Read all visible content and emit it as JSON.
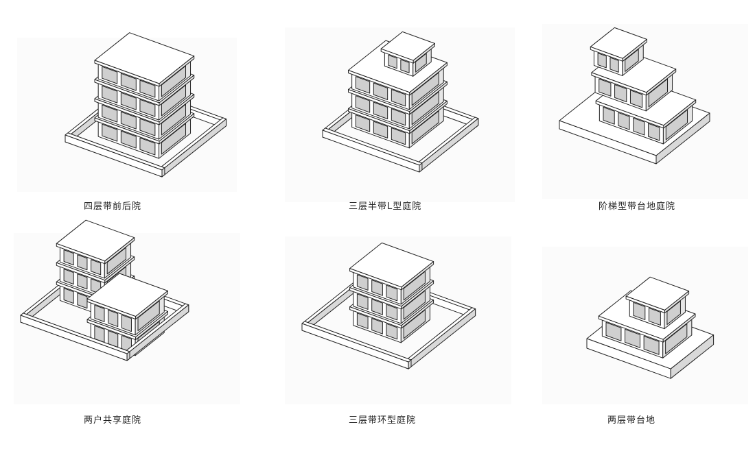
{
  "captions": [
    "四层带前后院",
    "三层半带L型庭院",
    "阶梯型带台地庭院",
    "两户共享庭院",
    "三层带环型庭院",
    "两层带台地"
  ],
  "colors": {
    "line": "#222222",
    "top": "#ffffff",
    "front": "#ffffff",
    "side": "#e6e6e6",
    "window": "#cfcfcf",
    "wall": "#d9d9d9"
  }
}
